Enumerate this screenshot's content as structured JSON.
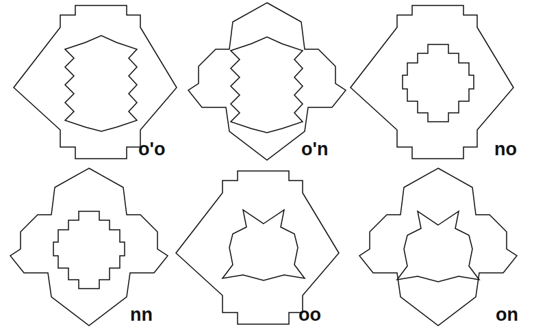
{
  "diagram": {
    "labels": [
      "o'o",
      "o'n",
      "no",
      "nn",
      "oo",
      "on"
    ]
  }
}
